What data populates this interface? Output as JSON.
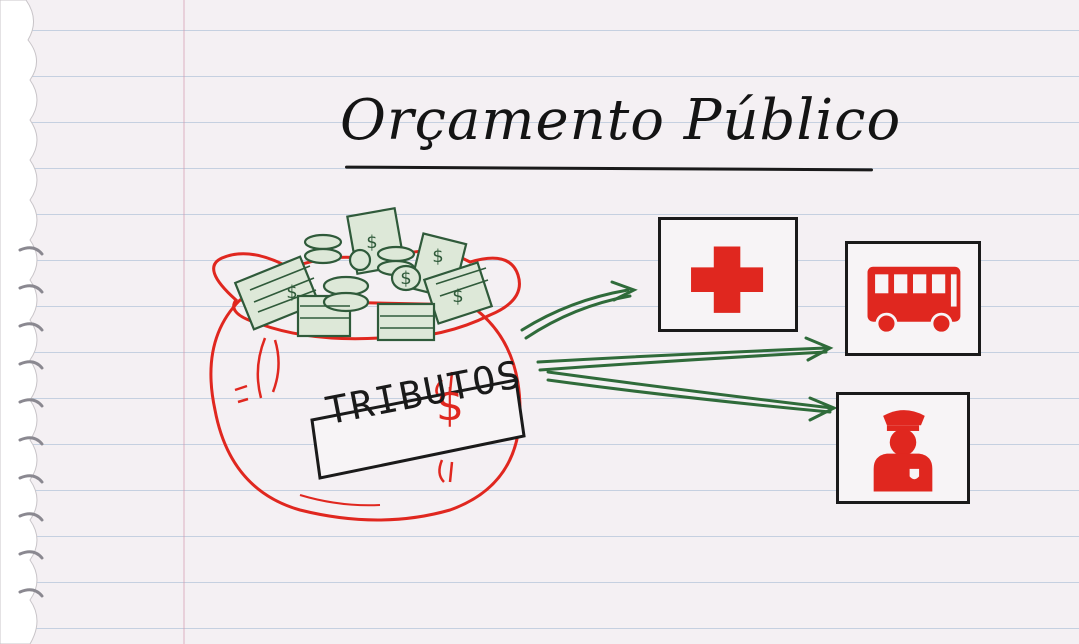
{
  "title": "Orçamento Público",
  "bag": {
    "label": "TRIBUTOS",
    "symbol": "$",
    "icon": "money-bag-icon"
  },
  "targets": [
    {
      "name": "health",
      "icon": "red-cross-icon"
    },
    {
      "name": "transport",
      "icon": "bus-icon"
    },
    {
      "name": "security",
      "icon": "police-officer-icon"
    }
  ],
  "colors": {
    "ink": "#1a1a1a",
    "red": "#e0271f",
    "green": "#2f6b3a",
    "paper": "#f4f0f3"
  }
}
